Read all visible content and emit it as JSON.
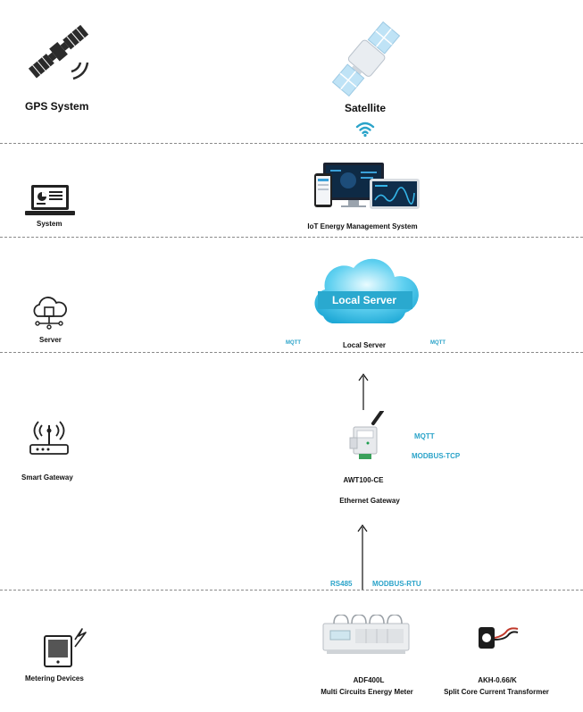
{
  "layers": {
    "gps_label": "GPS System",
    "satellite_label": "Satellite",
    "system_label": "System",
    "iot_label": "IoT Energy Management System",
    "server_label": "Server",
    "cloud_text": "Local Server",
    "local_server_label": "Local Server",
    "mqtt_left": "MQTT",
    "mqtt_right": "MQTT",
    "smart_gateway_label": "Smart Gateway",
    "gateway_mqtt": "MQTT",
    "gateway_modbus_tcp": "MODBUS-TCP",
    "gateway_model": "AWT100-CE",
    "gateway_desc": "Ethernet Gateway",
    "rs485": "RS485",
    "modbus_rtu": "MODBUS-RTU",
    "metering_label": "Metering Devices",
    "meter_model": "ADF400L",
    "meter_desc": "Multi Circuits Energy Meter",
    "ct_model": "AKH-0.66/K",
    "ct_desc": "Split Core Current Transformer"
  },
  "colors": {
    "protocol_text": "#2aa3c9",
    "cloud": "#3bbfe3",
    "separator": "#8a8a8a"
  },
  "icons": [
    "gps-satellite-icon",
    "satellite-icon",
    "wifi-icon",
    "laptop-report-icon",
    "devices-dashboard-icon",
    "cloud-server-icon",
    "cloud-network-icon",
    "router-icon",
    "din-gateway-icon",
    "tablet-meter-icon",
    "din-energy-meter-icon",
    "split-core-ct-icon"
  ]
}
